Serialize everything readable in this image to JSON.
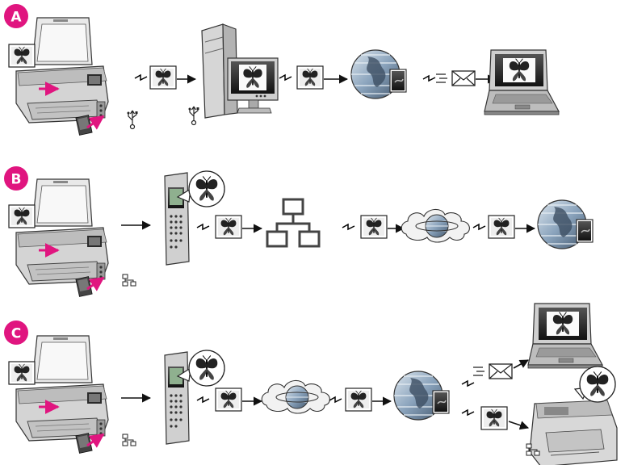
{
  "rows": [
    {
      "id": "A",
      "badge": "A",
      "connection": "usb",
      "steps": [
        "all-in-one",
        "computer",
        "internet",
        "email",
        "laptop"
      ]
    },
    {
      "id": "B",
      "badge": "B",
      "connection": "network",
      "steps": [
        "all-in-one",
        "control-panel",
        "network",
        "internet-cloud",
        "internet"
      ]
    },
    {
      "id": "C",
      "badge": "C",
      "connection": "network",
      "steps": [
        "all-in-one",
        "control-panel",
        "internet-cloud",
        "internet",
        "email",
        "laptop",
        "all-in-one-recipient"
      ]
    }
  ],
  "colors": {
    "badge": "#e0157f",
    "insert_arrow": "#e0157f",
    "stroke": "#333333",
    "device_gray": "#cfcfcf",
    "screen_dark": "#2a2a2a",
    "globe_blue": "#6f8fb0"
  },
  "icons": [
    "printer-icon",
    "computer-icon",
    "globe-icon",
    "email-icon",
    "laptop-icon",
    "keypad-icon",
    "network-icon",
    "cloud-icon",
    "usb-icon",
    "butterfly-icon"
  ]
}
